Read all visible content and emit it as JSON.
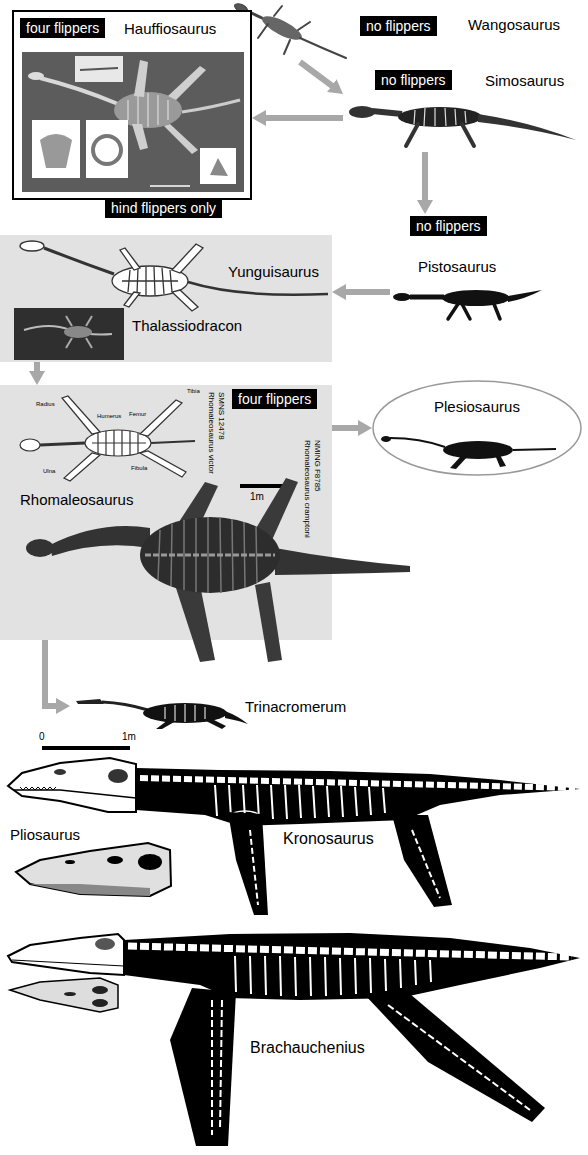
{
  "diagram": {
    "nodes": [
      {
        "text": [
          "Wangosaurus"
        ]
      },
      {
        "text": [
          "no flippers"
        ],
        "in": 0
      },
      {
        "text": [
          "Hauffiosaurus"
        ]
      },
      {
        "text": [
          "four flippers"
        ],
        "in": 2
      },
      {
        "text": [
          "Simosaurus"
        ]
      },
      {
        "text": [
          "no flippers"
        ],
        "in": 4
      },
      {
        "text": [
          "hind flippers only"
        ]
      },
      {
        "text": [
          "Pistosaurus"
        ]
      },
      {
        "text": [
          "no flippers"
        ],
        "in": 7
      },
      {
        "text": [
          "Yunguisaurus",
          "Thalassiodracon"
        ]
      },
      {
        "text": [
          "Rhomaleosaurus"
        ]
      },
      {
        "text": [
          "four flippers"
        ],
        "in": 10
      },
      {
        "text": [
          "Plesiosaurus"
        ]
      },
      {
        "text": [
          "Trinacromerum"
        ]
      }
    ],
    "edges": [
      {
        "from": 0,
        "to": 4,
        "arrow": "to"
      },
      {
        "from": 4,
        "to": 2,
        "arrow": "to"
      },
      {
        "from": 4,
        "to": 7,
        "arrow": "to"
      },
      {
        "from": 7,
        "to": 9,
        "arrow": "to"
      },
      {
        "from": 9,
        "to": 10,
        "arrow": "to"
      },
      {
        "from": 10,
        "to": 12,
        "arrow": "to"
      },
      {
        "from": 10,
        "to": 13,
        "arrow": "to"
      }
    ],
    "labels": [
      "Rhomaleosaurus victor",
      "SMNS 12478",
      "Humerus",
      "Radius",
      "Ulna",
      "Femur",
      "Tibia",
      "Fibula",
      "1m",
      "Rhomaleosaurus cramptoni",
      "NMING F8785",
      "0",
      "1m",
      "Kronosaurus",
      "Pliosaurus",
      "Brachauchenius"
    ]
  }
}
